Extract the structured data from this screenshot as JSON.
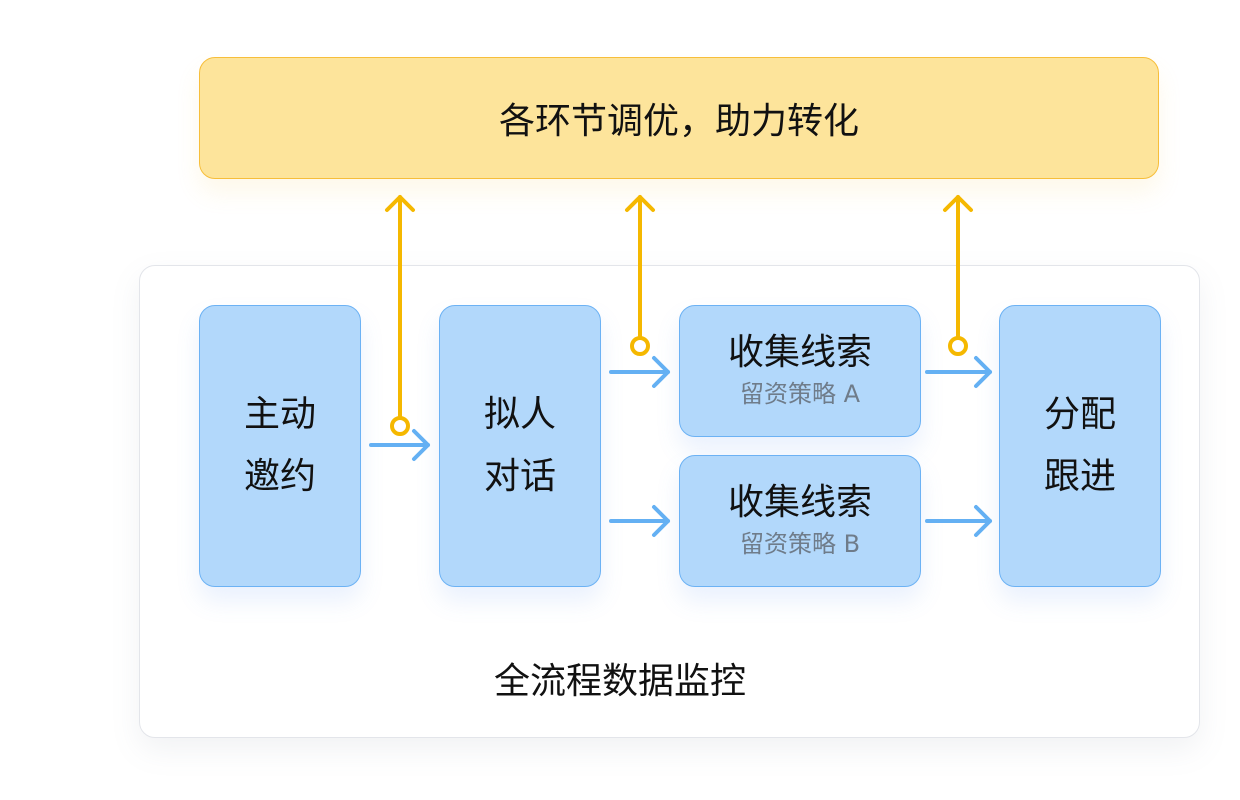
{
  "top_banner": {
    "label": "各环节调优，助力转化"
  },
  "nodes": {
    "invite": {
      "line1": "主动",
      "line2": "邀约"
    },
    "chat": {
      "line1": "拟人",
      "line2": "对话"
    },
    "collect_a": {
      "title": "收集线索",
      "subtitle": "留资策略 A"
    },
    "collect_b": {
      "title": "收集线索",
      "subtitle": "留资策略 B"
    },
    "assign": {
      "line1": "分配",
      "line2": "跟进"
    }
  },
  "panel": {
    "caption": "全流程数据监控"
  },
  "colors": {
    "banner_fill": "#fde49b",
    "banner_border": "#f7be3a",
    "node_fill": "#b2d8fb",
    "node_border": "#6cb2f4",
    "flow_arrow": "#64b0f3",
    "feedback_arrow": "#f5b800"
  }
}
